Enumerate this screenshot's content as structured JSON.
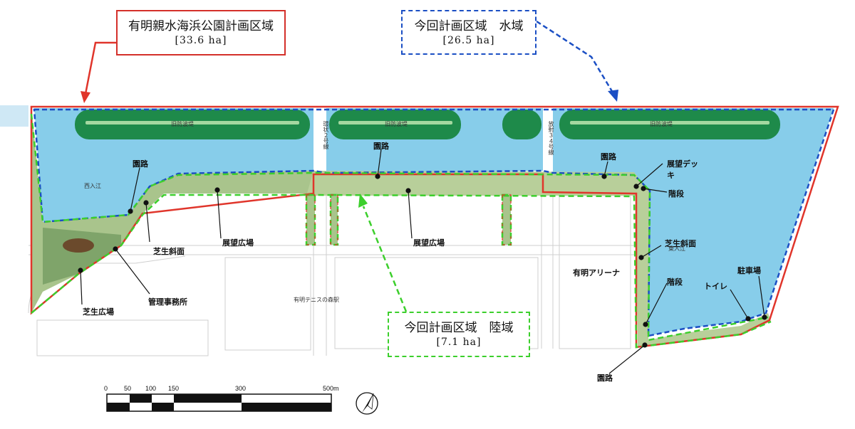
{
  "legend": {
    "total_area": {
      "title": "有明親水海浜公園計画区域",
      "size": "[33.6 ha]"
    },
    "water_area": {
      "title": "今回計画区域　水域",
      "size": "[26.5 ha]"
    },
    "land_area": {
      "title": "今回計画区域　陸域",
      "size": "[7.1 ha]"
    }
  },
  "labels": {
    "enro_1": "園路",
    "enro_2": "園路",
    "enro_3": "園路",
    "enro_4": "園路",
    "tenbou_deck_1": "展望デッ",
    "tenbou_deck_2": "キ",
    "kaidan_1": "階段",
    "kaidan_2": "階段",
    "shibafu_shamen_1": "芝生斜面",
    "shibafu_shamen_2": "芝生斜面",
    "tenbou_hiroba_1": "展望広場",
    "tenbou_hiroba_2": "展望広場",
    "kanri_jimusho": "管理事務所",
    "shibafu_hiroba": "芝生広場",
    "arena": "有明アリーナ",
    "toilet": "トイレ",
    "parking": "駐車場",
    "nishi_irie": "西入江",
    "higashi_irie": "東入江",
    "tennis": "有明テニスの森駅",
    "kyu_bouhatei_1": "旧防波堤",
    "kyu_bouhatei_2": "旧防波堤",
    "kyu_bouhatei_3": "旧防波堤",
    "road_1": "環状２号線",
    "road_2": "放射３４号線"
  },
  "scale_bar": {
    "ticks": [
      "0",
      "50",
      "100",
      "150",
      "300",
      "500m"
    ]
  },
  "colors": {
    "water": "#87cdea",
    "land": "#9fbf82",
    "trees": "#1e8a4a",
    "red_boundary": "#e0352b",
    "blue_boundary": "#1b4fc4",
    "green_boundary": "#3ccf2c"
  },
  "icons": {
    "north": "north-arrow-icon"
  }
}
